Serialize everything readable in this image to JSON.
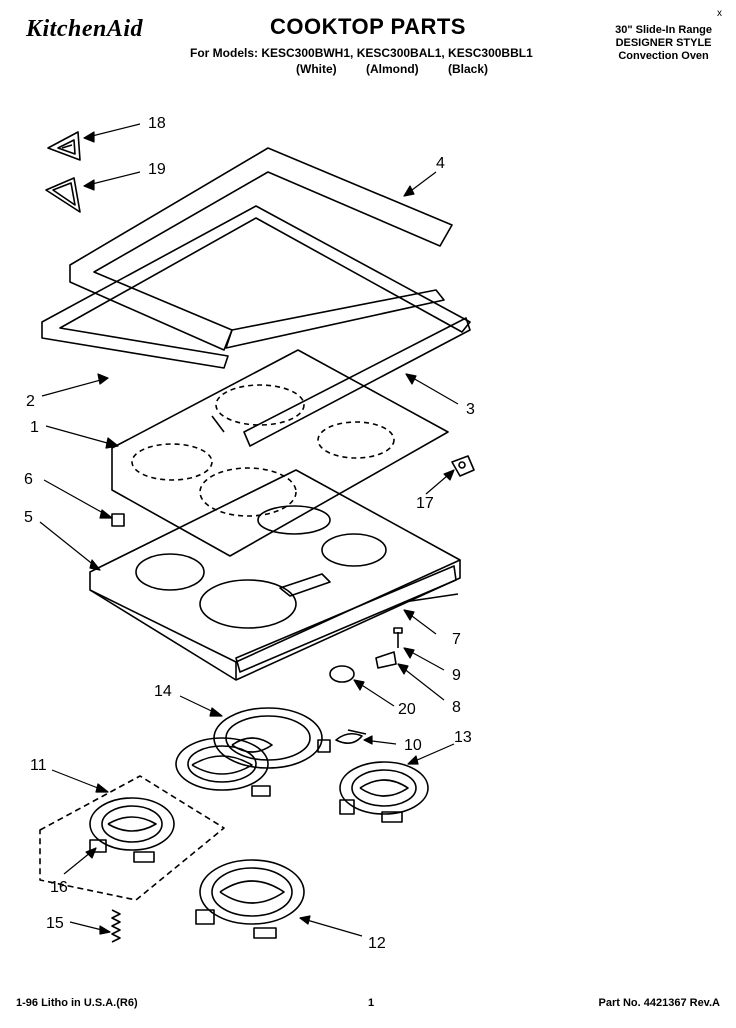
{
  "header": {
    "brand": "KitchenAid",
    "title": "COOKTOP PARTS",
    "models": "For Models: KESC300BWH1, KESC300BAL1, KESC300BBL1",
    "colors": [
      "(White)",
      "(Almond)",
      "(Black)"
    ],
    "right_lines": [
      "30\" Slide-In Range",
      "DESIGNER STYLE",
      "Convection Oven"
    ],
    "corner_mark": "x"
  },
  "callouts": {
    "c1": "1",
    "c2": "2",
    "c3": "3",
    "c4": "4",
    "c5": "5",
    "c6": "6",
    "c7": "7",
    "c8": "8",
    "c9": "9",
    "c10": "10",
    "c11": "11",
    "c12": "12",
    "c13": "13",
    "c14": "14",
    "c15": "15",
    "c16": "16",
    "c17": "17",
    "c18": "18",
    "c19": "19",
    "c20": "20"
  },
  "footer": {
    "left": "1-96 Litho in U.S.A.(R6)",
    "page": "1",
    "part": "Part No. 4421367 Rev.A"
  }
}
